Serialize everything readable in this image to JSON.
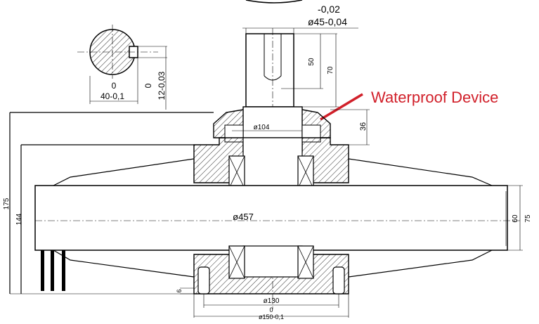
{
  "diagram": {
    "annotation": {
      "text": "Waterproof Device",
      "color": "#d1202a"
    },
    "shaft": {
      "tol_upper": "-0,02",
      "diameter": "ø45-0,04",
      "keyway_len": "50",
      "shaft_len": "70"
    },
    "section": {
      "tol_a": "0",
      "width": "40-0,1",
      "tol_b": "0",
      "depth": "12-0,03"
    },
    "hub": {
      "diameter": "ø104",
      "height": "36"
    },
    "pulley": {
      "diameter": "ø457",
      "total_height": "175",
      "height_144": "144",
      "rim_60": "60",
      "rim_75": "75",
      "small_dim": "6"
    },
    "base": {
      "inner_diameter": "ø130",
      "tol": "0",
      "outer_diameter": "ø150-0,1"
    },
    "colors": {
      "line": "#000000",
      "hatch": "#000000",
      "arrow": "#d1202a"
    }
  }
}
